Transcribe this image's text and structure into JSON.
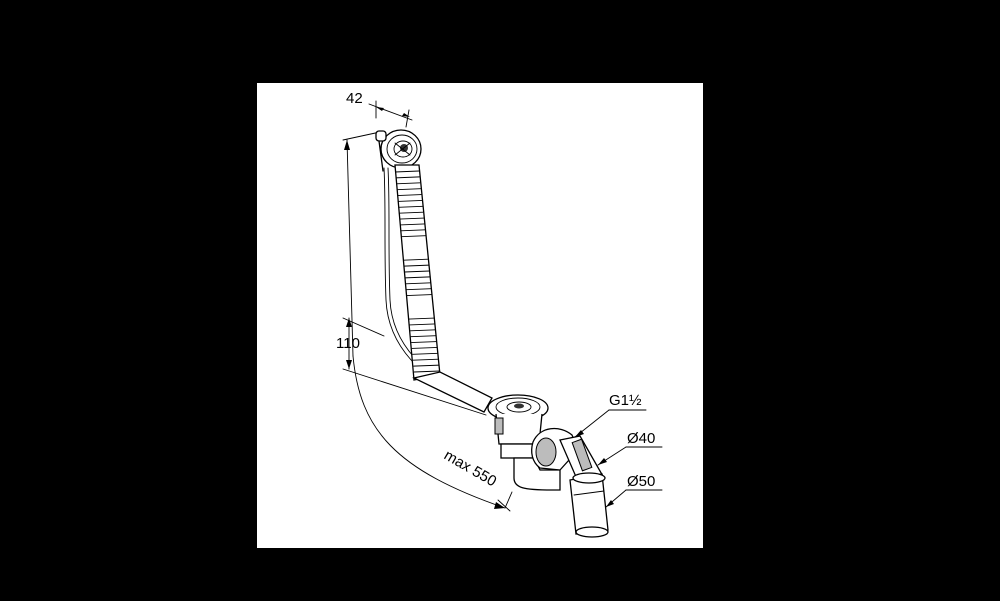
{
  "drawing": {
    "background_color": "#000000",
    "paper_color": "#ffffff",
    "subject": "bath waste and overflow set",
    "dimensions": {
      "width_top": "42",
      "overflow_height": "110",
      "max_length": "max 550",
      "thread": "G1½",
      "diameter_inner": "Ø40",
      "diameter_outer": "Ø50"
    }
  }
}
